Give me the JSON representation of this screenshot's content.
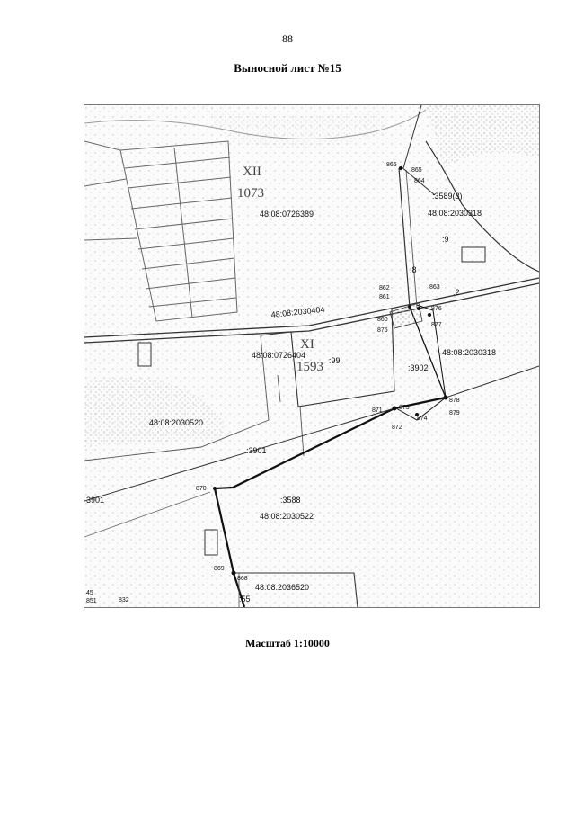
{
  "page_number": "88",
  "title": "Выносной лист №15",
  "scale": "Масштаб 1:10000",
  "map": {
    "parcels": {
      "p0726389": "48:08:0726389",
      "p2030318": "48:08:2030318",
      "p2030318b": "48:08:2030318",
      "p2030404": "48:08:2030404",
      "p0726404": "48:08:0726404",
      "p2030520": "48:08:2030520",
      "p2030522": "48:08:2030522",
      "p2036520": "48:08:2036520"
    },
    "quarter_labels": {
      "q1": "XII",
      "q1n": "1073",
      "q2": "XI",
      "q2n": "1593"
    },
    "zones": {
      "z3589": ":3589(3)",
      "z9": ":9",
      "z8": ":8",
      "z99": ":99",
      "z3902": ":3902",
      "z3901": ":3901",
      "z3901b": "3901",
      "z3588": ":3588",
      "z55": ":55",
      "z2": ":2"
    },
    "points": {
      "n865": "865",
      "n866": "866",
      "n864": "864",
      "n862": "862",
      "n861": "861",
      "n863": "863",
      "n876": "876",
      "n877": "877",
      "n860": "860",
      "n875": "875",
      "n873": "873",
      "n871": "871",
      "n872": "872",
      "n874": "874",
      "n878": "878",
      "n879": "879",
      "n870": "870",
      "n869": "869",
      "n868": "868",
      "n45": "45",
      "n851": "851",
      "n832": "832"
    }
  }
}
